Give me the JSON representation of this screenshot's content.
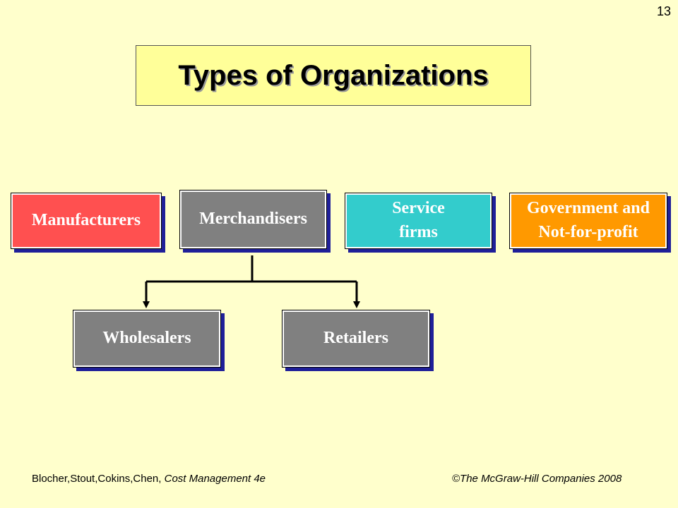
{
  "slide_number": "13",
  "title": "Types of Organizations",
  "nodes": {
    "manufacturers": [
      "Manufacturers"
    ],
    "merchandisers": [
      "Merchandisers"
    ],
    "service": [
      "Service",
      "firms"
    ],
    "government": [
      "Government and",
      "Not-for-profit"
    ],
    "wholesalers": [
      "Wholesalers"
    ],
    "retailers": [
      "Retailers"
    ]
  },
  "colors": {
    "background": "#FFFFCC",
    "title_box": "#FFFF99",
    "manufacturers": "#FF5050",
    "merchandisers": "#808080",
    "service": "#33CCCC",
    "government": "#FF9900",
    "shadow": "#1F1F99"
  },
  "footer": {
    "authors": "Blocher,Stout,Cokins,Chen,",
    "book": "Cost Management 4e",
    "copyright": "©The McGraw-Hill Companies 2008"
  }
}
